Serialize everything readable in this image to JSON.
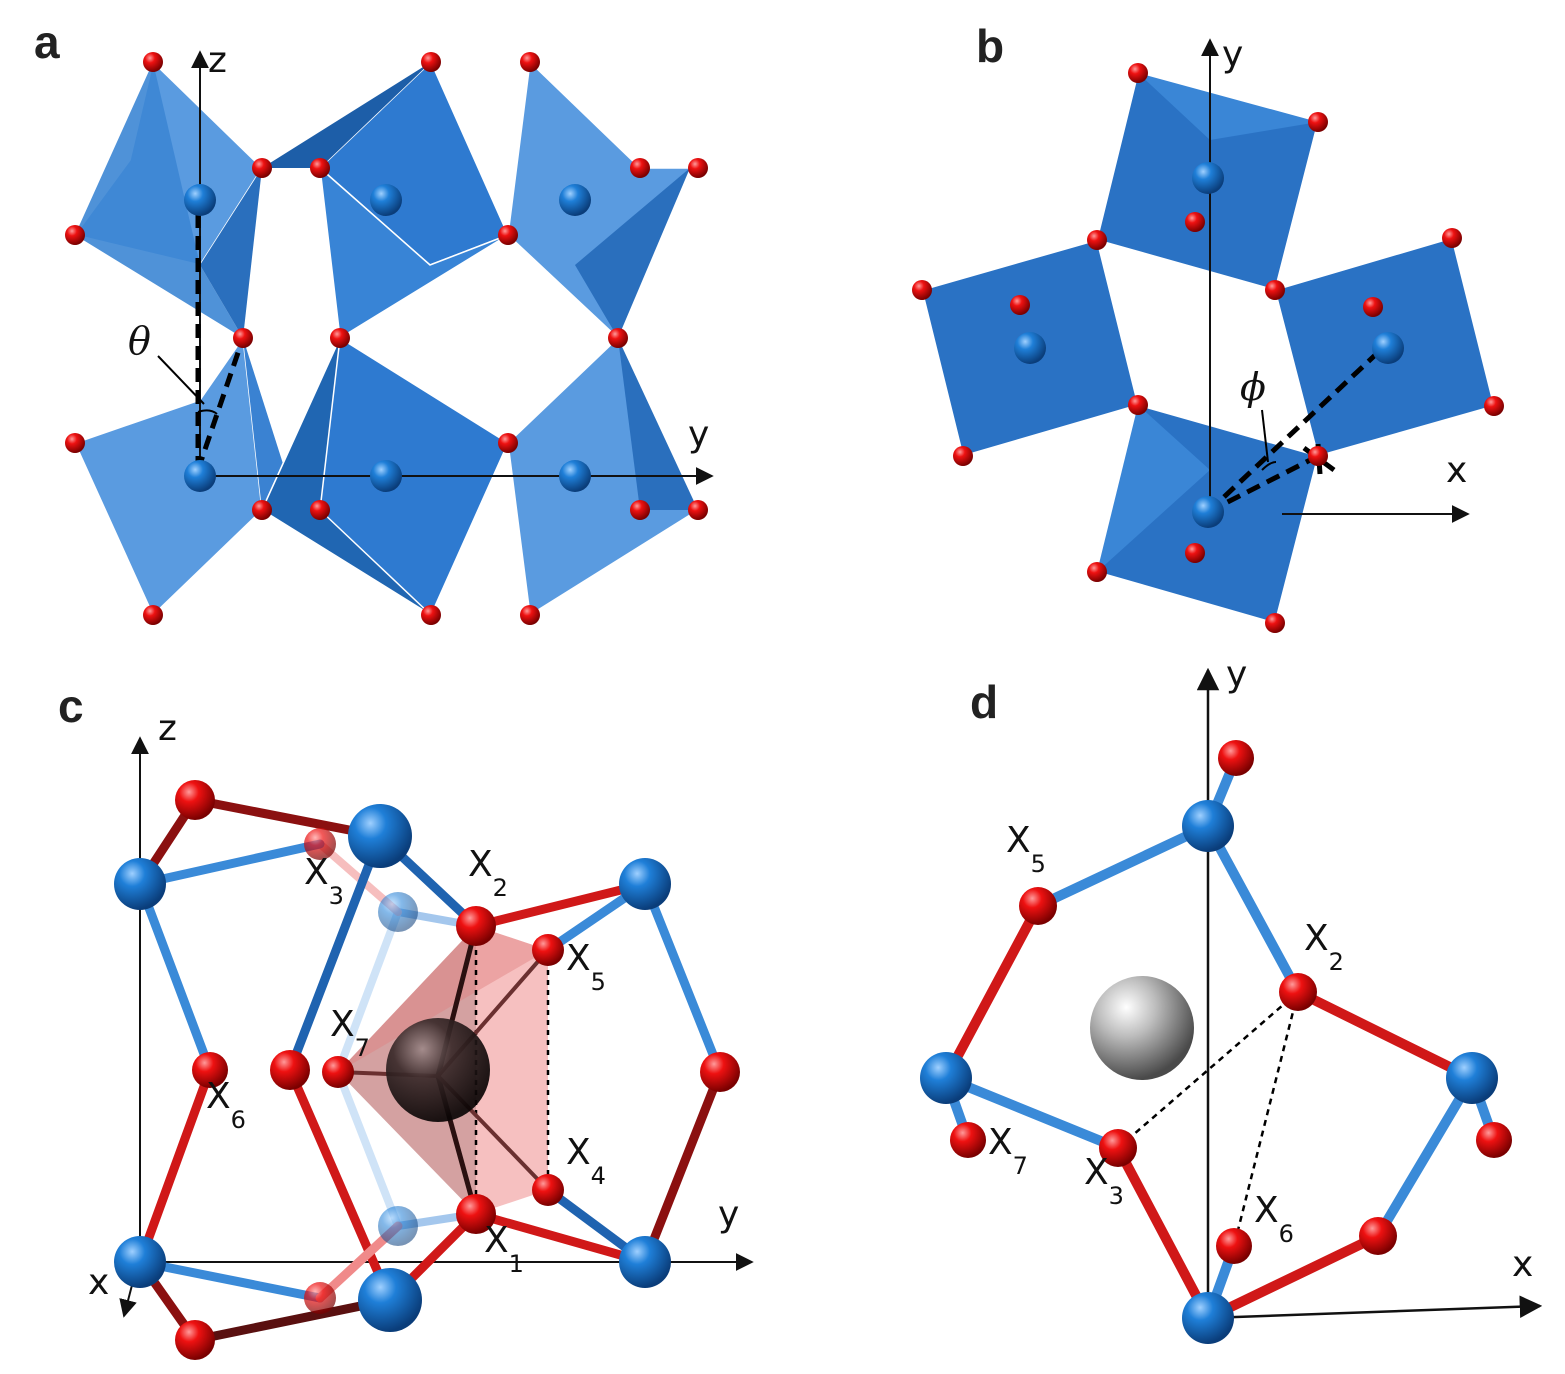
{
  "panels": {
    "a": {
      "label": "a",
      "axes": {
        "vertical": "z",
        "horizontal": "y"
      },
      "angle": "θ"
    },
    "b": {
      "label": "b",
      "axes": {
        "vertical": "y",
        "horizontal": "x"
      },
      "angle": "ϕ"
    },
    "c": {
      "label": "c",
      "axes": {
        "vertical": "z",
        "horizontal": "y",
        "depth": "x"
      },
      "sites": [
        "X1",
        "X2",
        "X3",
        "X4",
        "X5",
        "X6",
        "X7"
      ]
    },
    "d": {
      "label": "d",
      "axes": {
        "vertical": "y",
        "horizontal": "x"
      },
      "sites": [
        "X2",
        "X3",
        "X5",
        "X6",
        "X7"
      ]
    }
  },
  "site_labels": {
    "c": {
      "x1": {
        "letter": "X",
        "sub": "1"
      },
      "x2": {
        "letter": "X",
        "sub": "2"
      },
      "x3": {
        "letter": "X",
        "sub": "3"
      },
      "x4": {
        "letter": "X",
        "sub": "4"
      },
      "x5": {
        "letter": "X",
        "sub": "5"
      },
      "x6": {
        "letter": "X",
        "sub": "6"
      },
      "x7": {
        "letter": "X",
        "sub": "7"
      }
    },
    "d": {
      "x2": {
        "letter": "X",
        "sub": "2"
      },
      "x3": {
        "letter": "X",
        "sub": "3"
      },
      "x5": {
        "letter": "X",
        "sub": "5"
      },
      "x6": {
        "letter": "X",
        "sub": "6"
      },
      "x7": {
        "letter": "X",
        "sub": "7"
      }
    }
  },
  "colors": {
    "octahedron": "#2f7ed0",
    "octahedron_dark": "#1f63b0",
    "b_atom": "#1f77d4",
    "x_atom": "#e00000",
    "a_atom": "#b0b0b0",
    "cage_fill": "#f4a0a0"
  }
}
